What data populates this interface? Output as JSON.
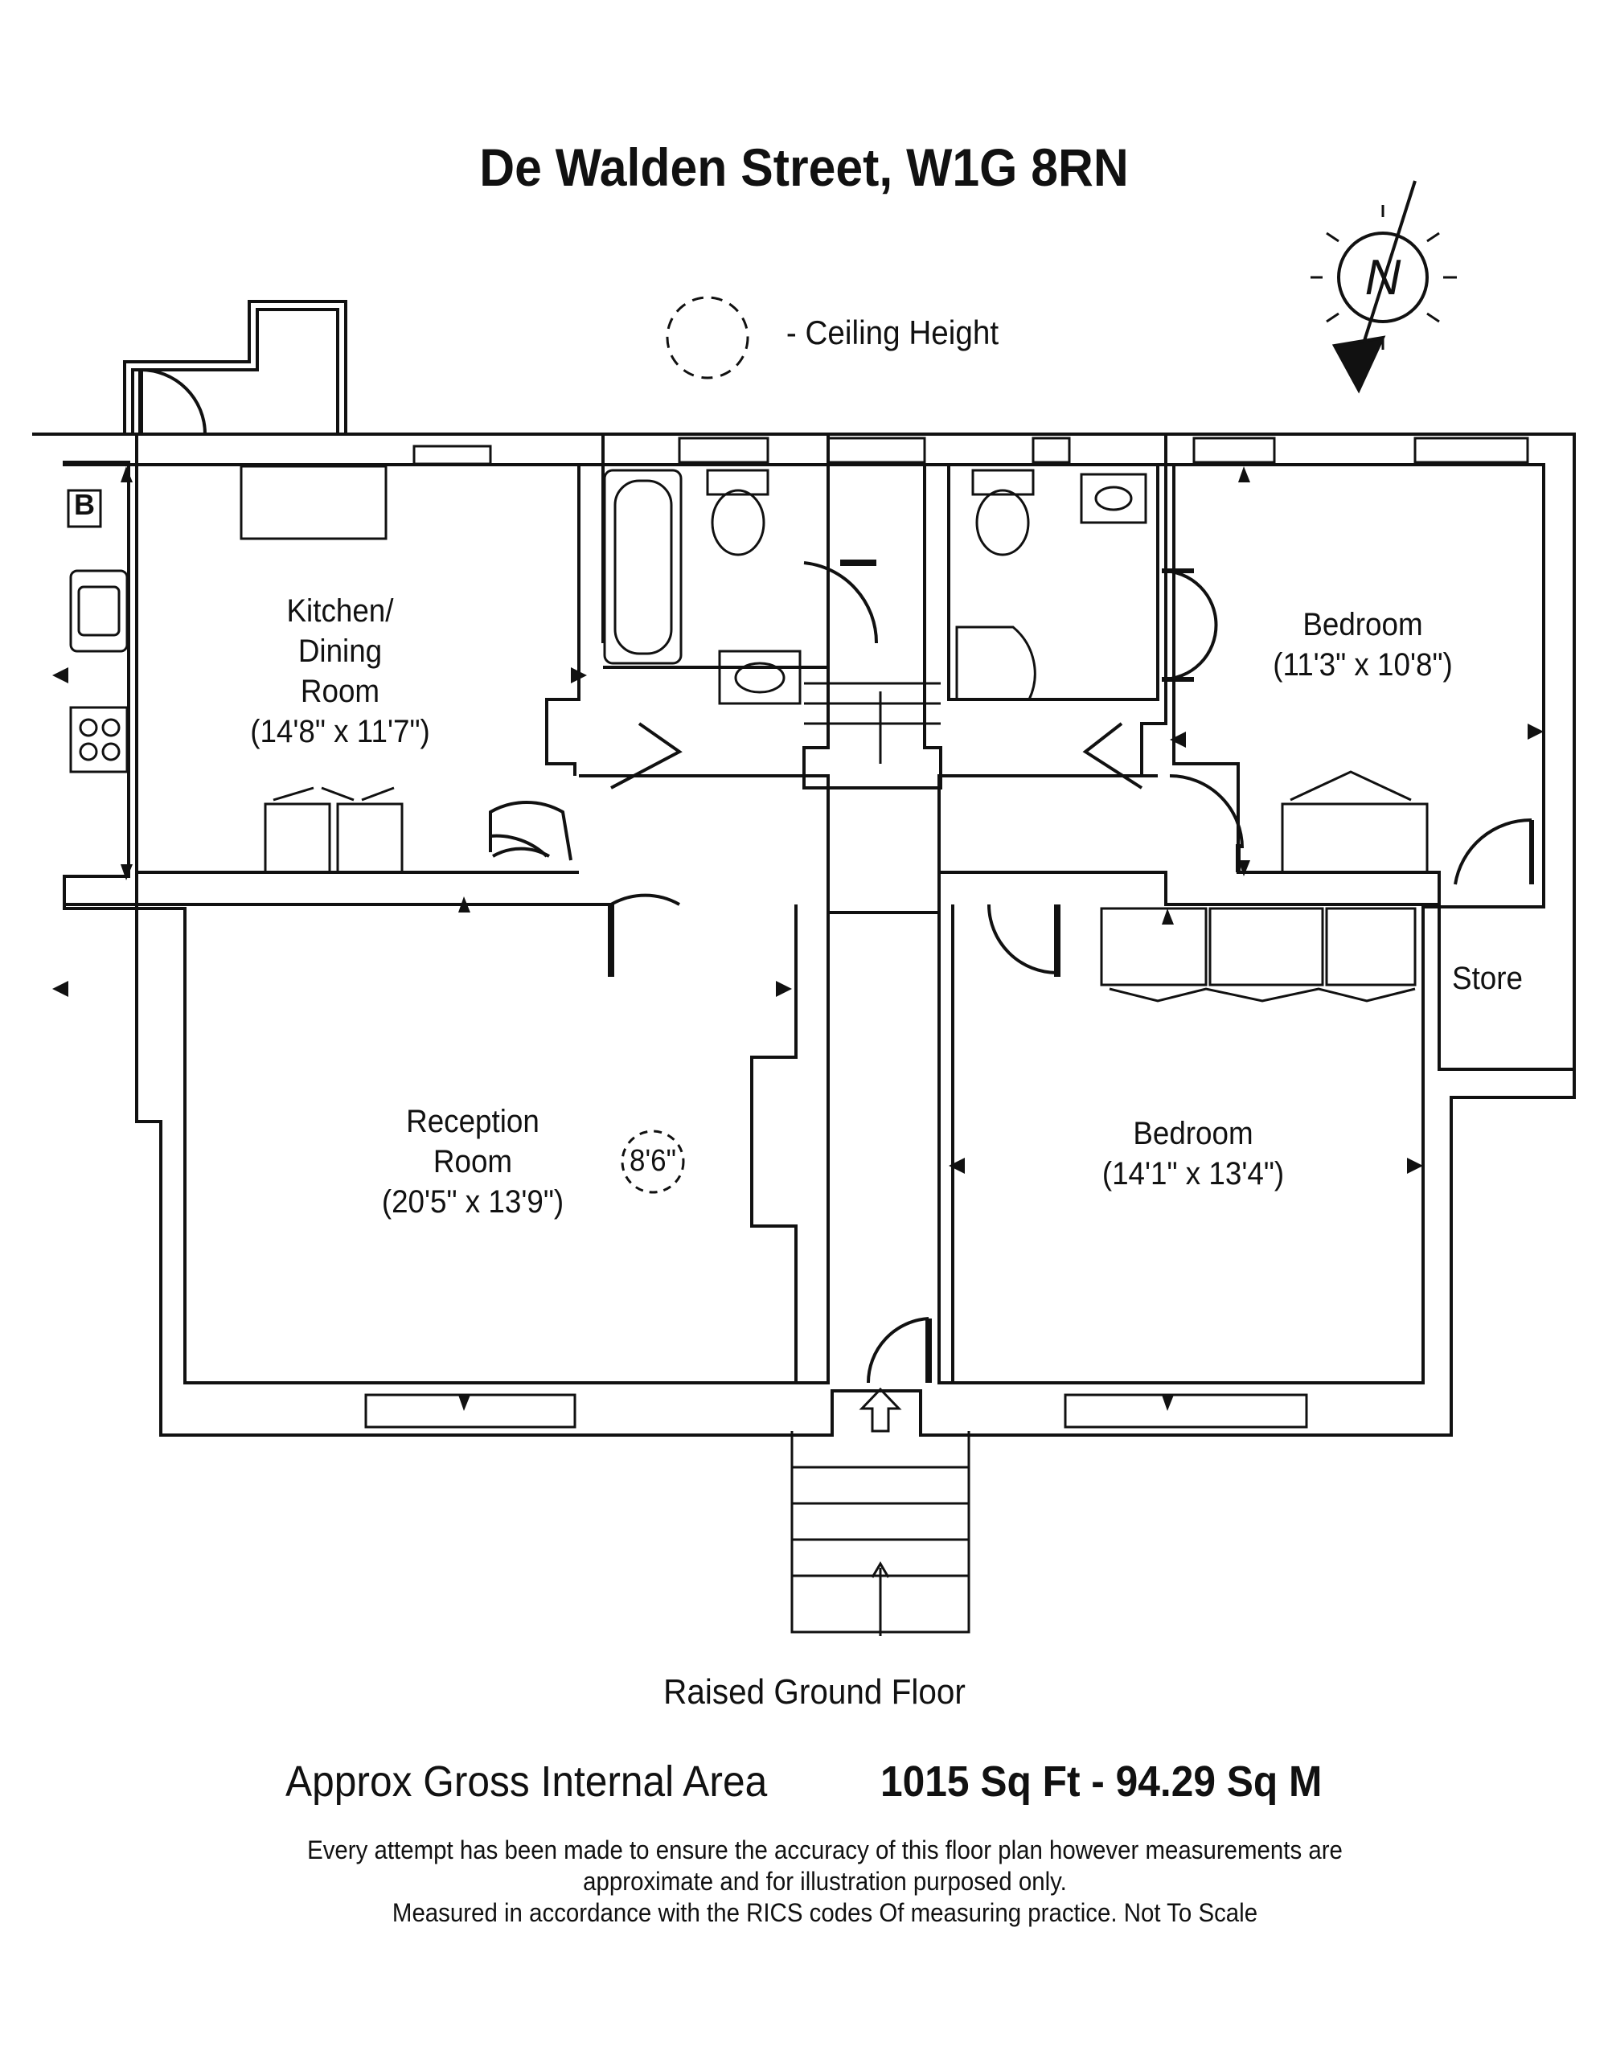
{
  "title": "De Walden Street, W1G 8RN",
  "legend": {
    "label": "- Ceiling Height"
  },
  "compass": {
    "label": "N"
  },
  "rooms": {
    "kitchen": {
      "name_line1": "Kitchen/",
      "name_line2": "Dining",
      "name_line3": "Room",
      "dims": "(14'8\" x 11'7\")"
    },
    "bedroom_upper": {
      "name": "Bedroom",
      "dims": "(11'3\" x 10'8\")"
    },
    "store": {
      "name": "Store"
    },
    "reception": {
      "name_line1": "Reception",
      "name_line2": "Room",
      "dims": "(20'5\" x 13'9\")"
    },
    "bedroom_lower": {
      "name": "Bedroom",
      "dims": "(14'1\" x 13'4\")"
    }
  },
  "ceiling_height": "8'6\"",
  "boiler_label": "B",
  "floor_name": "Raised Ground Floor",
  "area": {
    "label": "Approx Gross Internal Area",
    "value": "1015 Sq Ft  -  94.29 Sq M"
  },
  "disclaimer": {
    "line1": "Every attempt has been made to ensure the accuracy of this floor plan however measurements are",
    "line2": "approximate and for illustration purposed only.",
    "line3": "Measured in accordance with the RICS codes Of measuring practice. Not To Scale"
  }
}
